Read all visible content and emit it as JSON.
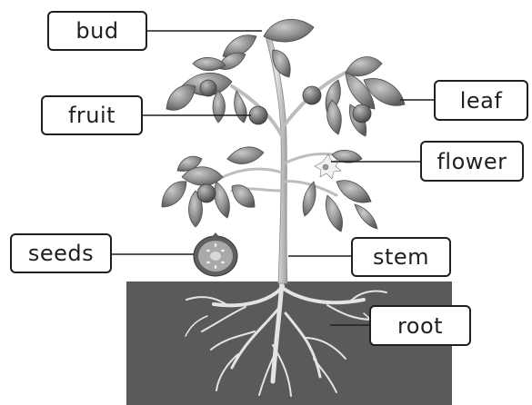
{
  "labels": {
    "bud": "bud",
    "fruit": "fruit",
    "leaf": "leaf",
    "flower": "flower",
    "seeds": "seeds",
    "stem": "stem",
    "root": "root"
  },
  "colors": {
    "soil": "#5a5a5a",
    "root": "#e6e6e6",
    "stem": "#cfcfcf",
    "leaf_dark": "#6f6f6f",
    "leaf_light": "#b8b8b8",
    "fruit": "#7a7a7a",
    "outline": "#1f1f1f"
  }
}
